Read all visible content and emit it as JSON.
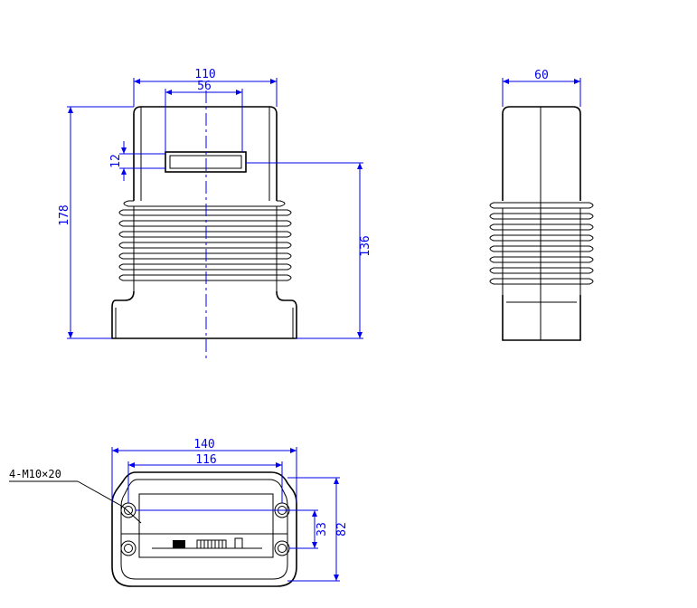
{
  "front_view": {
    "dims": {
      "overall_width": "110",
      "slot_width": "56",
      "slot_height": "12",
      "overall_height": "178",
      "height_to_slot": "136"
    }
  },
  "side_view": {
    "dims": {
      "depth": "60"
    }
  },
  "bottom_view": {
    "dims": {
      "base_width": "140",
      "hole_spacing_x": "116",
      "hole_spacing_y": "33",
      "base_depth": "82"
    },
    "note": "4-M10×20"
  },
  "colors": {
    "object_lines": "#000000",
    "dimension_lines": "#0000ee",
    "background": "#ffffff"
  }
}
